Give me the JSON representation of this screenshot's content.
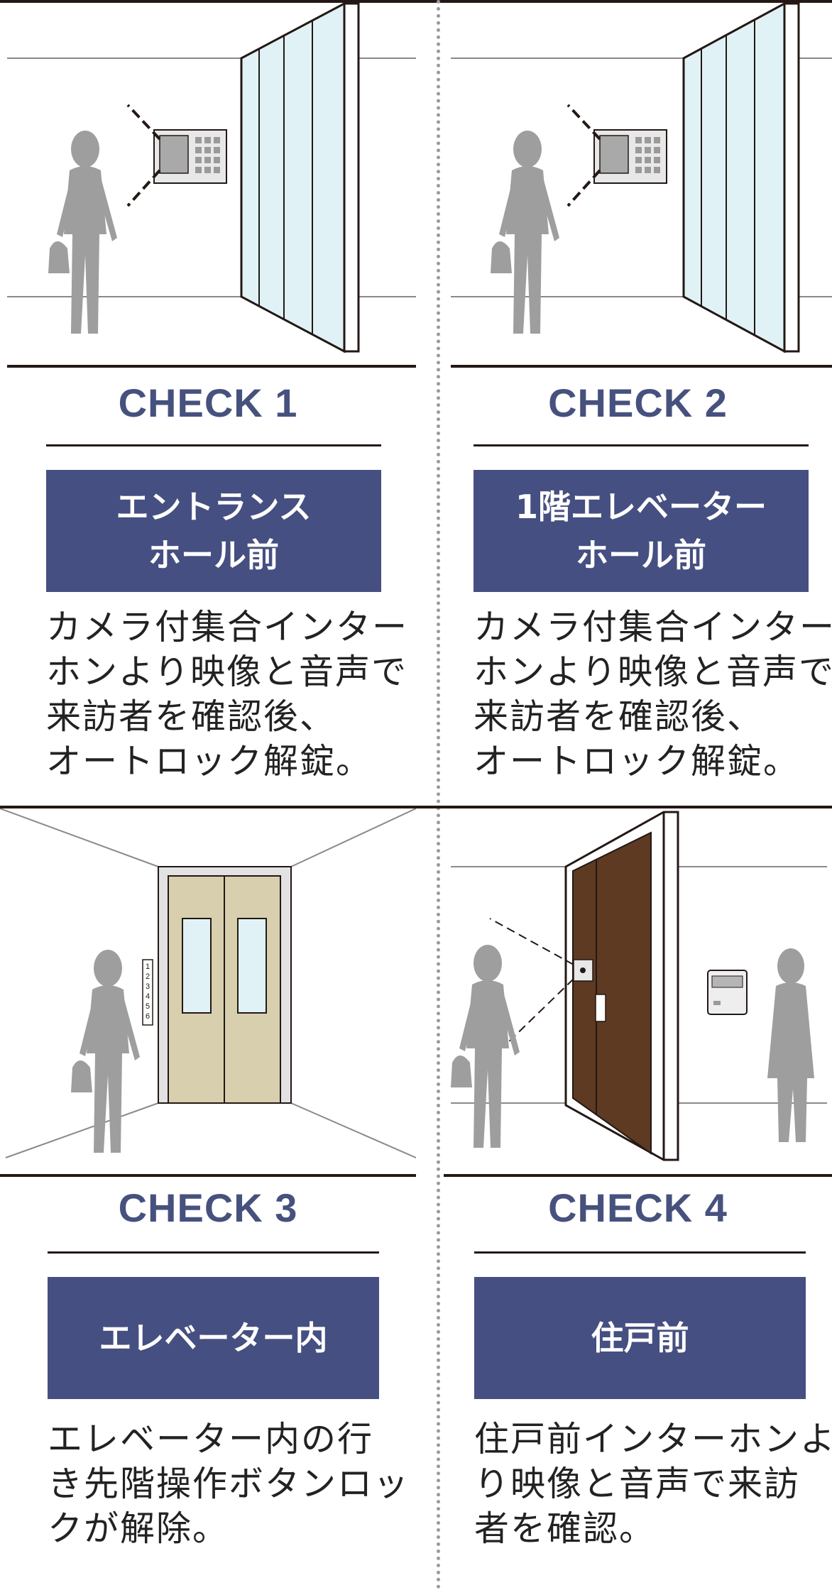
{
  "panels": [
    {
      "check": "CHECK 1",
      "title_lines": [
        "エントランス",
        "ホール前"
      ],
      "desc_lines": [
        "カメラ付集合インター",
        "ホンより映像と音声で",
        "来訪者を確認後、",
        "オートロック解錠。"
      ]
    },
    {
      "check": "CHECK 2",
      "title_lines": [
        "1階エレベーター",
        "ホール前"
      ],
      "desc_lines": [
        "カメラ付集合インター",
        "ホンより映像と音声で",
        "来訪者を確認後、",
        "オートロック解錠。"
      ]
    },
    {
      "check": "CHECK 3",
      "title_lines": [
        "エレベーター内"
      ],
      "desc_lines": [
        "エレベーター内の行",
        "き先階操作ボタンロッ",
        "クが解除。"
      ]
    },
    {
      "check": "CHECK 4",
      "title_lines": [
        "住戸前"
      ],
      "desc_lines": [
        "住戸前インターホンよ",
        "り映像と音声で来訪",
        "者を確認。"
      ]
    }
  ],
  "elevator_buttons": [
    "1",
    "2",
    "3",
    "4",
    "5",
    "6"
  ],
  "colors": {
    "accent": "#46517e",
    "box": "#464f81",
    "glass": "#e0f2f5",
    "figure": "#9e9e9e",
    "elevator_door": "#d8cfae",
    "entry_door": "#5e3a22"
  }
}
